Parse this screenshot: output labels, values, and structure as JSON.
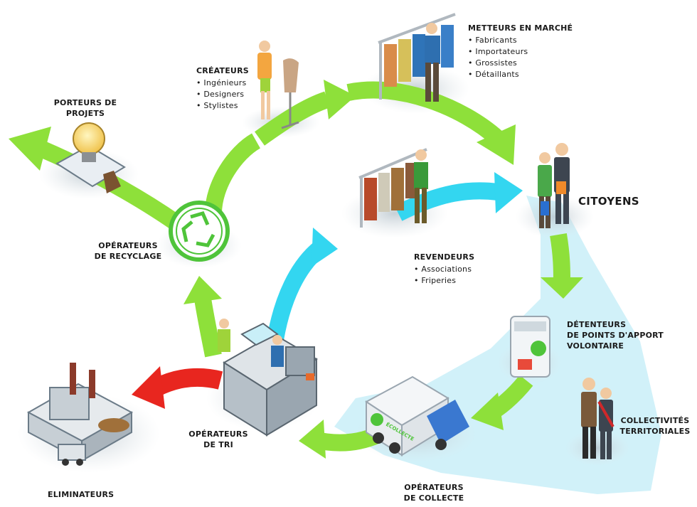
{
  "labels": {
    "porteurs": {
      "line1": "PORTEURS DE",
      "line2": "PROJETS"
    },
    "createurs": {
      "title": "CRÉATEURS",
      "items": [
        "Ingénieurs",
        "Designers",
        "Stylistes"
      ]
    },
    "metteurs": {
      "title": "METTEURS EN MARCHÉ",
      "items": [
        "Fabricants",
        "Importateurs",
        "Grossistes",
        "Détaillants"
      ]
    },
    "citoyens": {
      "title": "CITOYENS"
    },
    "revendeurs": {
      "title": "REVENDEURS",
      "items": [
        "Associations",
        "Friperies"
      ]
    },
    "recyclage": {
      "line1": "OPÉRATEURS",
      "line2": "DE RECYCLAGE"
    },
    "detenteurs": {
      "line1": "DÉTENTEURS",
      "line2": "DE POINTS D'APPORT",
      "line3": "VOLONTAIRE"
    },
    "collectivites": {
      "line1": "COLLECTIVITÉS",
      "line2": "TERRITORIALES"
    },
    "tri": {
      "line1": "OPÉRATEURS",
      "line2": "DE TRI"
    },
    "collecte": {
      "line1": "OPÉRATEURS",
      "line2": "DE COLLECTE"
    },
    "eliminateurs": {
      "title": "ELIMINATEURS"
    }
  },
  "truck_text": "ÉCOLLECTE",
  "colors": {
    "arrow_green": "#8ee03a",
    "arrow_green_dark": "#6cc21f",
    "arrow_cyan": "#33d6f0",
    "arrow_red": "#e8261f",
    "area_cyan": "#c9eff8",
    "recycle_green": "#4fc43a"
  },
  "icons": [
    "recycle-icon",
    "lightbulb-icon",
    "factory-icon",
    "truck-icon",
    "collection-bin-icon",
    "clothing-rack-icon"
  ]
}
